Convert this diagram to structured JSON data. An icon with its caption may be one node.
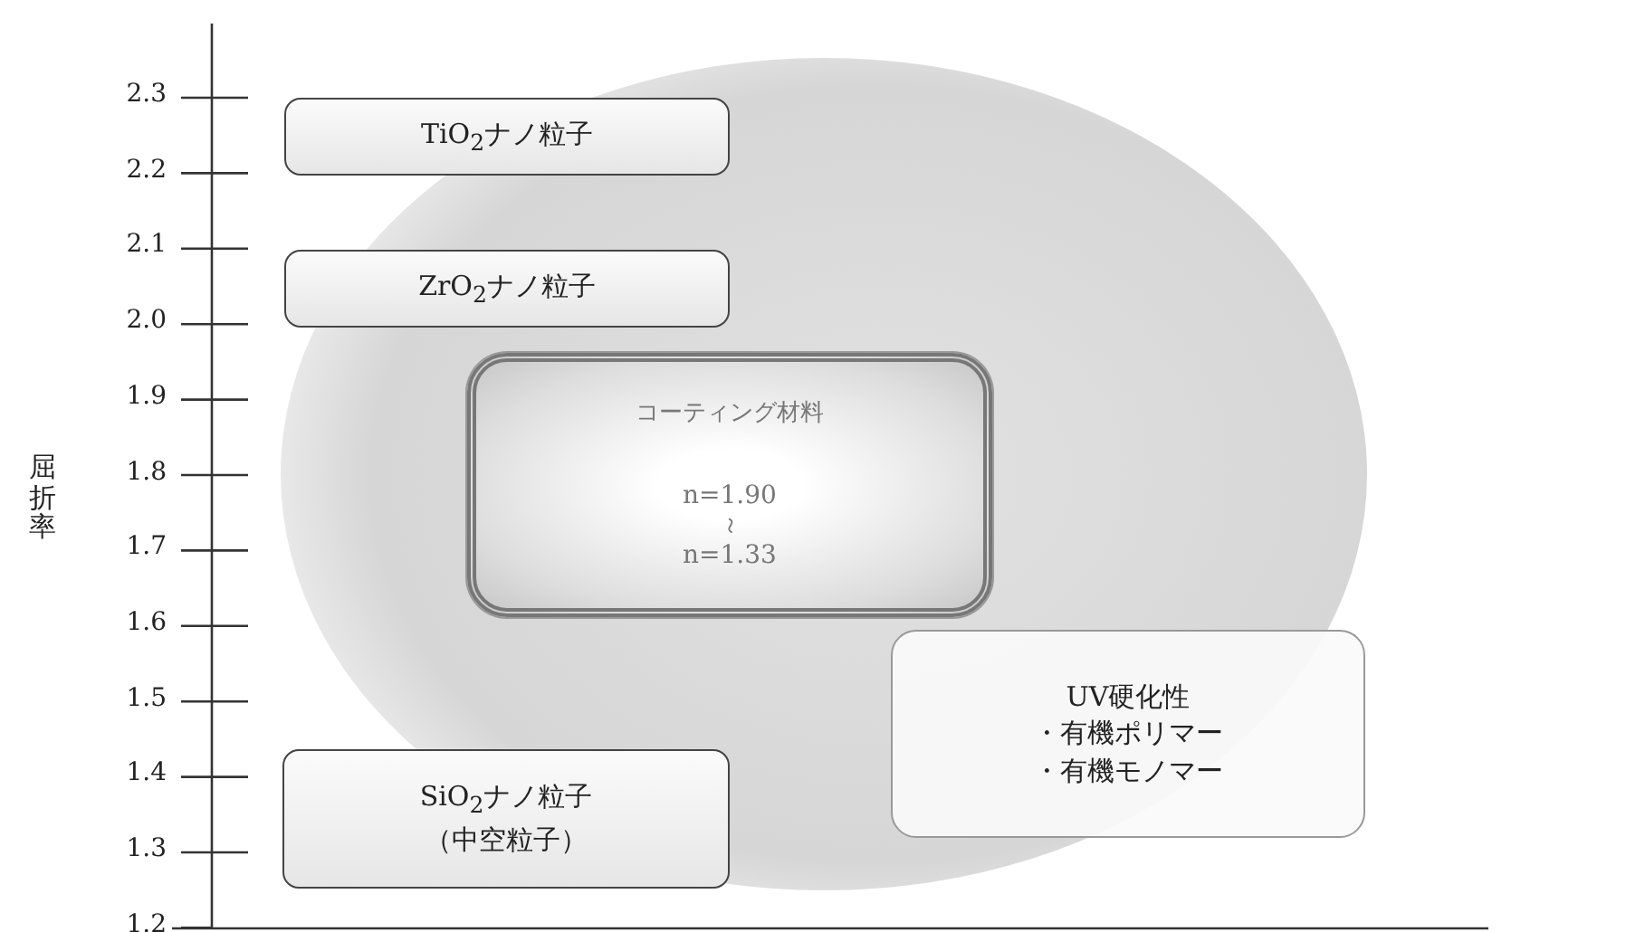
{
  "diagram": {
    "nodes": [
      {
        "text": [
          "TiO$_{2}$ナノ粒子"
        ]
      },
      {
        "text": [
          "ZrO$_{2}$ナノ粒子"
        ]
      },
      {
        "text": [
          "コーティング材料",
          "n=1.90",
          "～",
          "n=1.33"
        ]
      },
      {
        "text": [
          "UV硬化性",
          "・有機ポリマー",
          "・有機モノマー"
        ]
      },
      {
        "text": [
          "SiO$_{2}$ナノ粒子",
          "（中空粒子）"
        ]
      }
    ],
    "labels": [
      "屈折率",
      "2.3",
      "2.2",
      "2.1",
      "2.0",
      "1.9",
      "1.8",
      "1.7",
      "1.6",
      "1.5",
      "1.4",
      "1.3",
      "1.2"
    ]
  }
}
